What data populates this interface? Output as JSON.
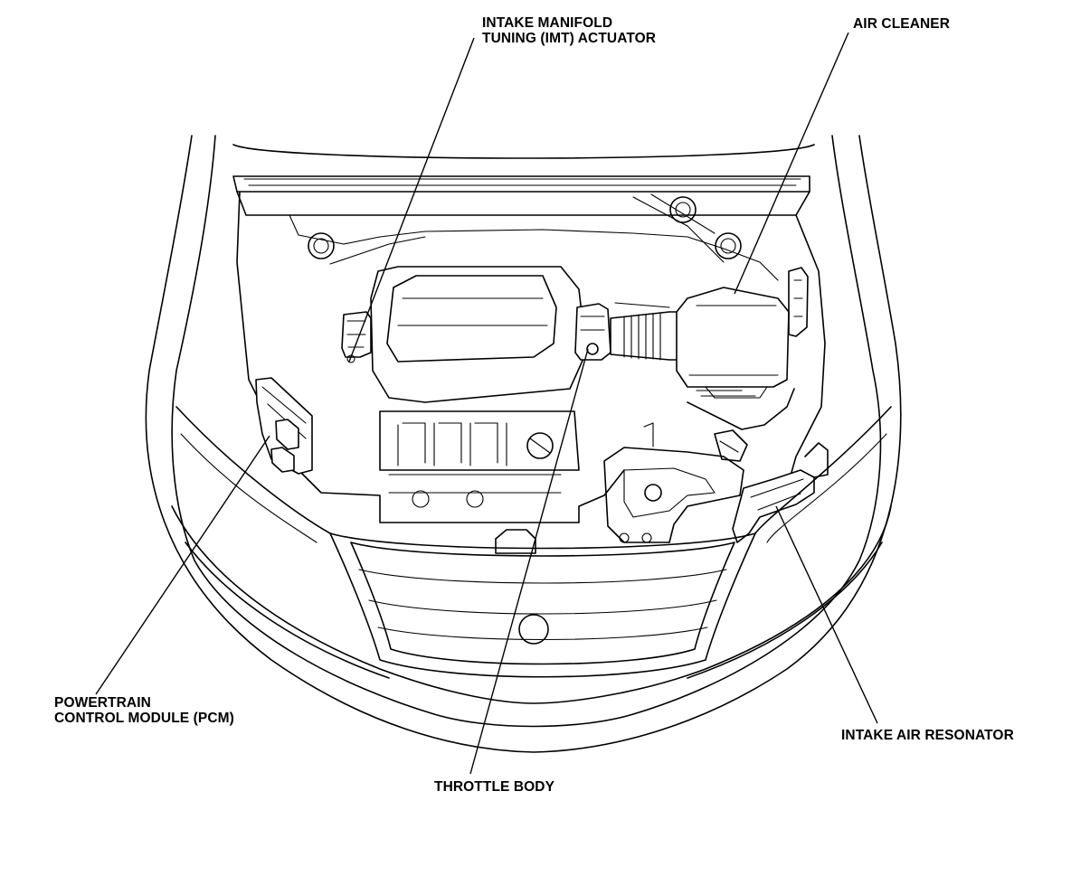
{
  "labels": {
    "imt_line1": "INTAKE MANIFOLD",
    "imt_line2": "TUNING (IMT) ACTUATOR",
    "air_cleaner": "AIR CLEANER",
    "pcm_line1": "POWERTRAIN",
    "pcm_line2": "CONTROL MODULE (PCM)",
    "throttle_body": "THROTTLE BODY",
    "intake_air_resonator": "INTAKE AIR RESONATOR"
  },
  "colors": {
    "ink": "#000000",
    "paper": "#ffffff"
  }
}
